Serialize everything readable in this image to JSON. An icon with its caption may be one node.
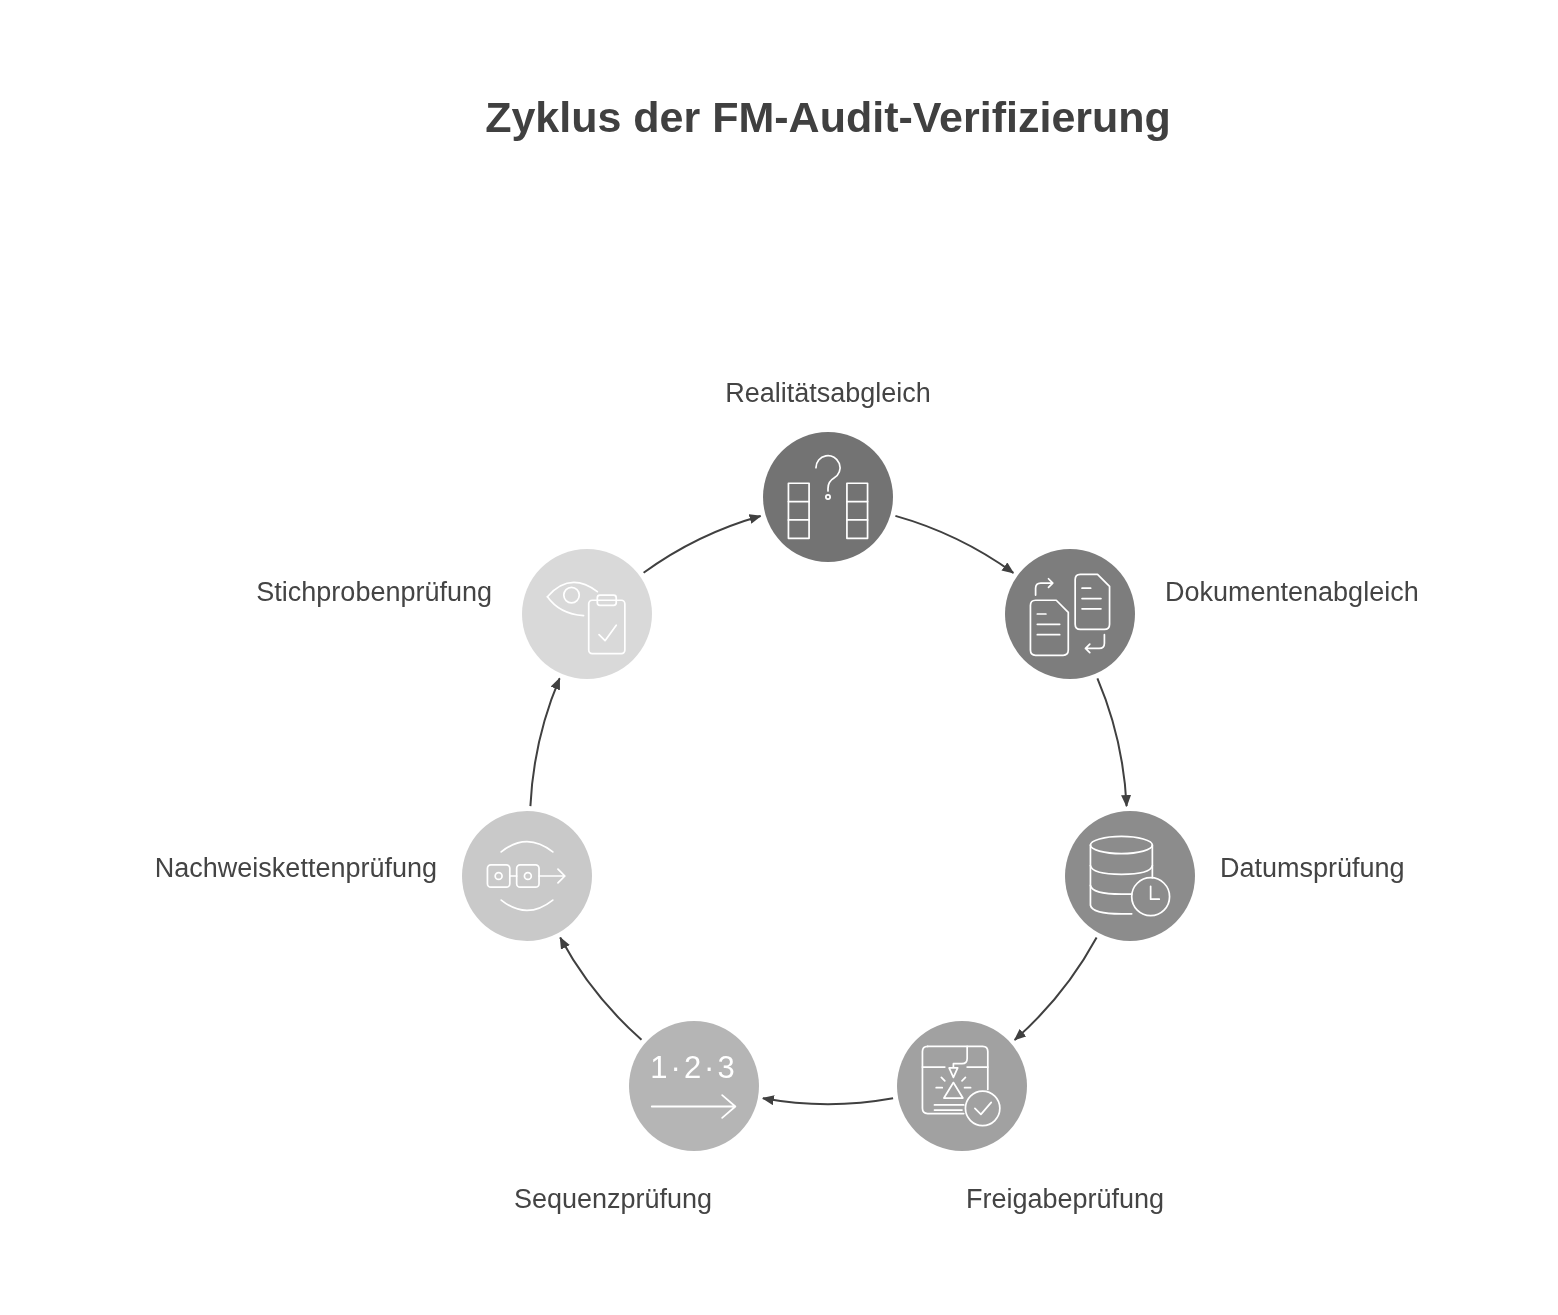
{
  "diagram": {
    "title": "Zyklus der FM-Audit-Verifizierung",
    "nodes": [
      {
        "text": [
          "Realitätsabgleich"
        ]
      },
      {
        "text": [
          "Dokumentenabgleich"
        ]
      },
      {
        "text": [
          "Datumsprüfung"
        ]
      },
      {
        "text": [
          "Freigabeprüfung"
        ]
      },
      {
        "text": [
          "1·2·3",
          "Sequenzprüfung"
        ]
      },
      {
        "text": [
          "Nachweiskettenprüfung"
        ]
      },
      {
        "text": [
          "Stichprobenprüfung"
        ]
      }
    ],
    "edges": [
      {
        "from": 0,
        "to": 1,
        "arrow": "to"
      },
      {
        "from": 1,
        "to": 2,
        "arrow": "to"
      },
      {
        "from": 2,
        "to": 3,
        "arrow": "to"
      },
      {
        "from": 3,
        "to": 4,
        "arrow": "to"
      },
      {
        "from": 4,
        "to": 5,
        "arrow": "to"
      },
      {
        "from": 5,
        "to": 6,
        "arrow": "to"
      },
      {
        "from": 6,
        "to": 0,
        "arrow": "to"
      }
    ]
  }
}
